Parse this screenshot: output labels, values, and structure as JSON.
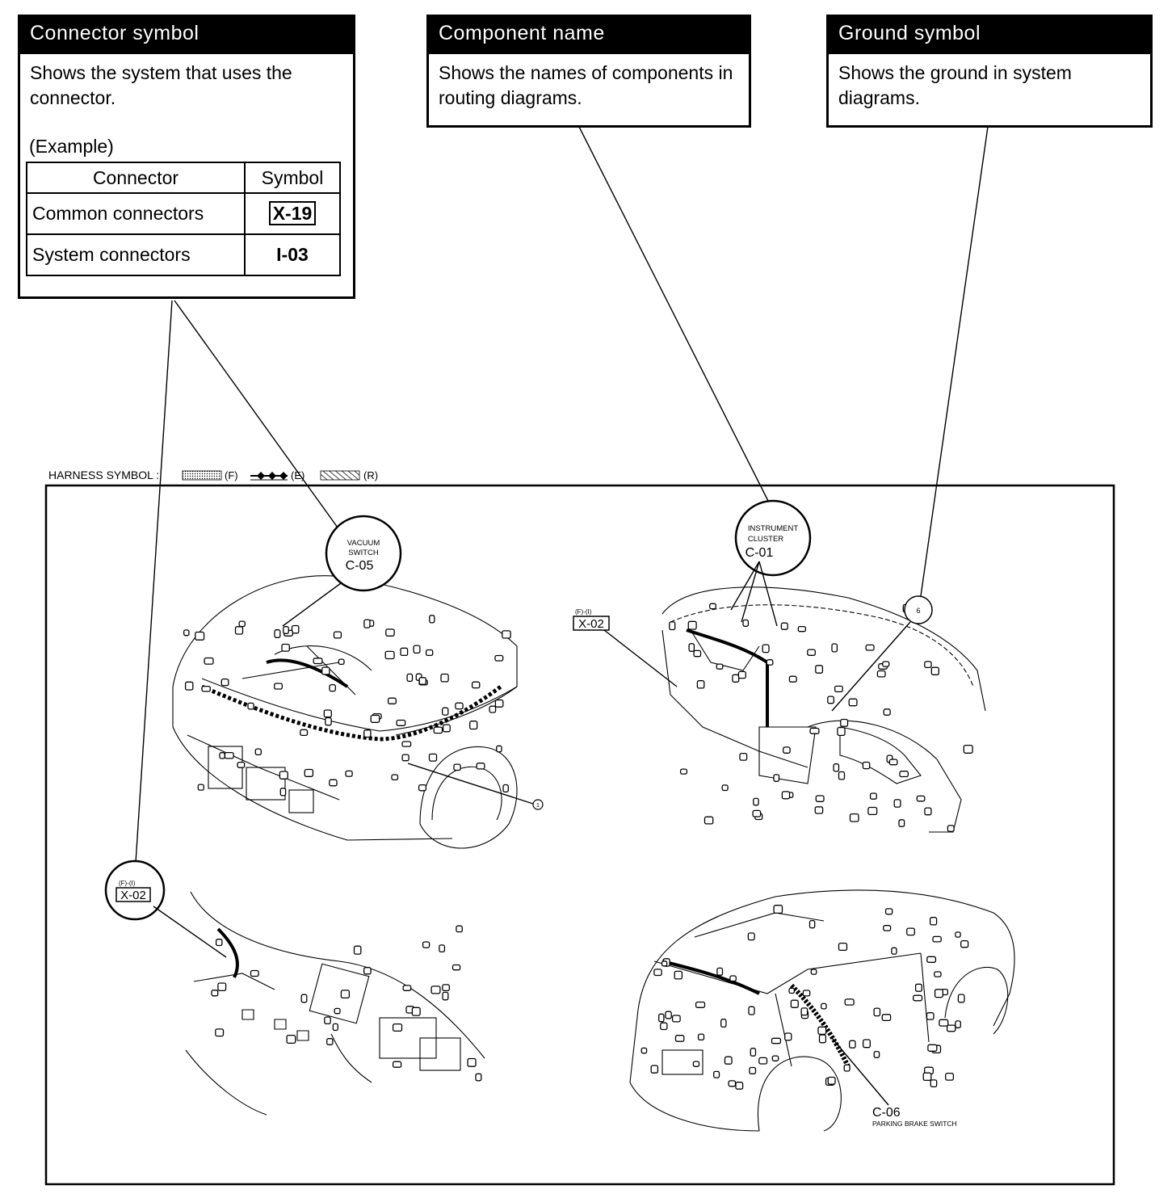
{
  "connector_box": {
    "title": "Connector symbol",
    "text": "Shows the system that uses the connector.",
    "example_label": "(Example)",
    "table": {
      "headers": [
        "Connector",
        "Symbol"
      ],
      "rows": [
        {
          "connector": "Common connectors",
          "symbol": "X-19"
        },
        {
          "connector": "System connectors",
          "symbol": "I-03"
        }
      ]
    }
  },
  "component_box": {
    "title": "Component name",
    "text": "Shows the names of components in routing diagrams."
  },
  "ground_box": {
    "title": "Ground symbol",
    "text": "Shows the ground in system diagrams."
  },
  "harness_legend": {
    "label": "HARNESS SYMBOL :",
    "front": "(F)",
    "engine": "(E)",
    "rear": "(R)"
  },
  "callouts": {
    "vacuum_switch": {
      "name_line1": "VACUUM",
      "name_line2": "SWITCH",
      "code": "C-05"
    },
    "instrument_cluster": {
      "name_line1": "INSTRUMENT",
      "name_line2": "CLUSTER",
      "code": "C-01"
    },
    "x02_dash": {
      "prefix": "(F)-(I)",
      "code": "X-02"
    },
    "x02_circle": {
      "prefix": "(F)-(I)",
      "code": "X-02"
    },
    "ground_6": {
      "label": "6"
    },
    "ground_1": {
      "label": "1"
    },
    "parking_brake": {
      "code": "C-06",
      "name": "PARKING BRAKE SWITCH"
    }
  }
}
